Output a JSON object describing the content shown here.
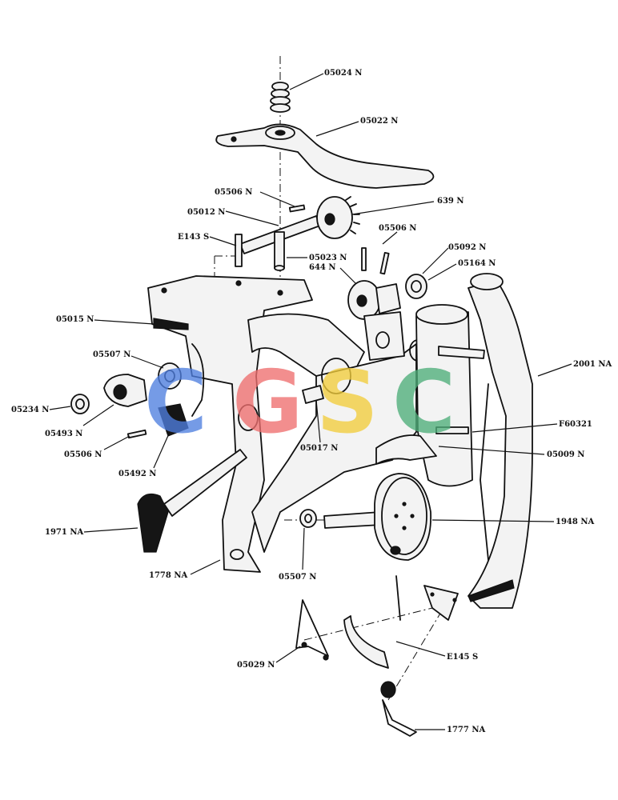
{
  "watermark": {
    "letters": [
      {
        "char": "C",
        "color": "#4f7fe0"
      },
      {
        "char": "G",
        "color": "#ef6f6f"
      },
      {
        "char": "S",
        "color": "#f2cd3c"
      },
      {
        "char": "C",
        "color": "#4fae7a"
      }
    ]
  },
  "labels": [
    {
      "id": "05024-N",
      "text": "05024 N"
    },
    {
      "id": "05022-N",
      "text": "05022 N"
    },
    {
      "id": "05506-N-top",
      "text": "05506 N"
    },
    {
      "id": "639-N",
      "text": "639 N"
    },
    {
      "id": "05012-N",
      "text": "05012 N"
    },
    {
      "id": "05506-N-right",
      "text": "05506 N"
    },
    {
      "id": "E143-S",
      "text": "E143 S"
    },
    {
      "id": "05092-N",
      "text": "05092 N"
    },
    {
      "id": "05023-N",
      "text": "05023 N"
    },
    {
      "id": "05164-N",
      "text": "05164 N"
    },
    {
      "id": "644-N",
      "text": "644 N"
    },
    {
      "id": "05015-N",
      "text": "05015 N"
    },
    {
      "id": "05507-N-left",
      "text": "05507 N"
    },
    {
      "id": "2001-NA",
      "text": "2001 NA"
    },
    {
      "id": "05234-N",
      "text": "05234 N"
    },
    {
      "id": "05493-N",
      "text": "05493 N"
    },
    {
      "id": "F60321",
      "text": "F60321"
    },
    {
      "id": "05506-N-left",
      "text": "05506 N"
    },
    {
      "id": "05017-N",
      "text": "05017 N"
    },
    {
      "id": "05009-N",
      "text": "05009 N"
    },
    {
      "id": "05492-N",
      "text": "05492 N"
    },
    {
      "id": "1948-NA",
      "text": "1948 NA"
    },
    {
      "id": "1971-NA",
      "text": "1971 NA"
    },
    {
      "id": "1778-NA",
      "text": "1778 NA"
    },
    {
      "id": "05507-N-bottom",
      "text": "05507 N"
    },
    {
      "id": "E145-S",
      "text": "E145 S"
    },
    {
      "id": "05029-N",
      "text": "05029 N"
    },
    {
      "id": "1777-NA",
      "text": "1777 NA"
    }
  ]
}
